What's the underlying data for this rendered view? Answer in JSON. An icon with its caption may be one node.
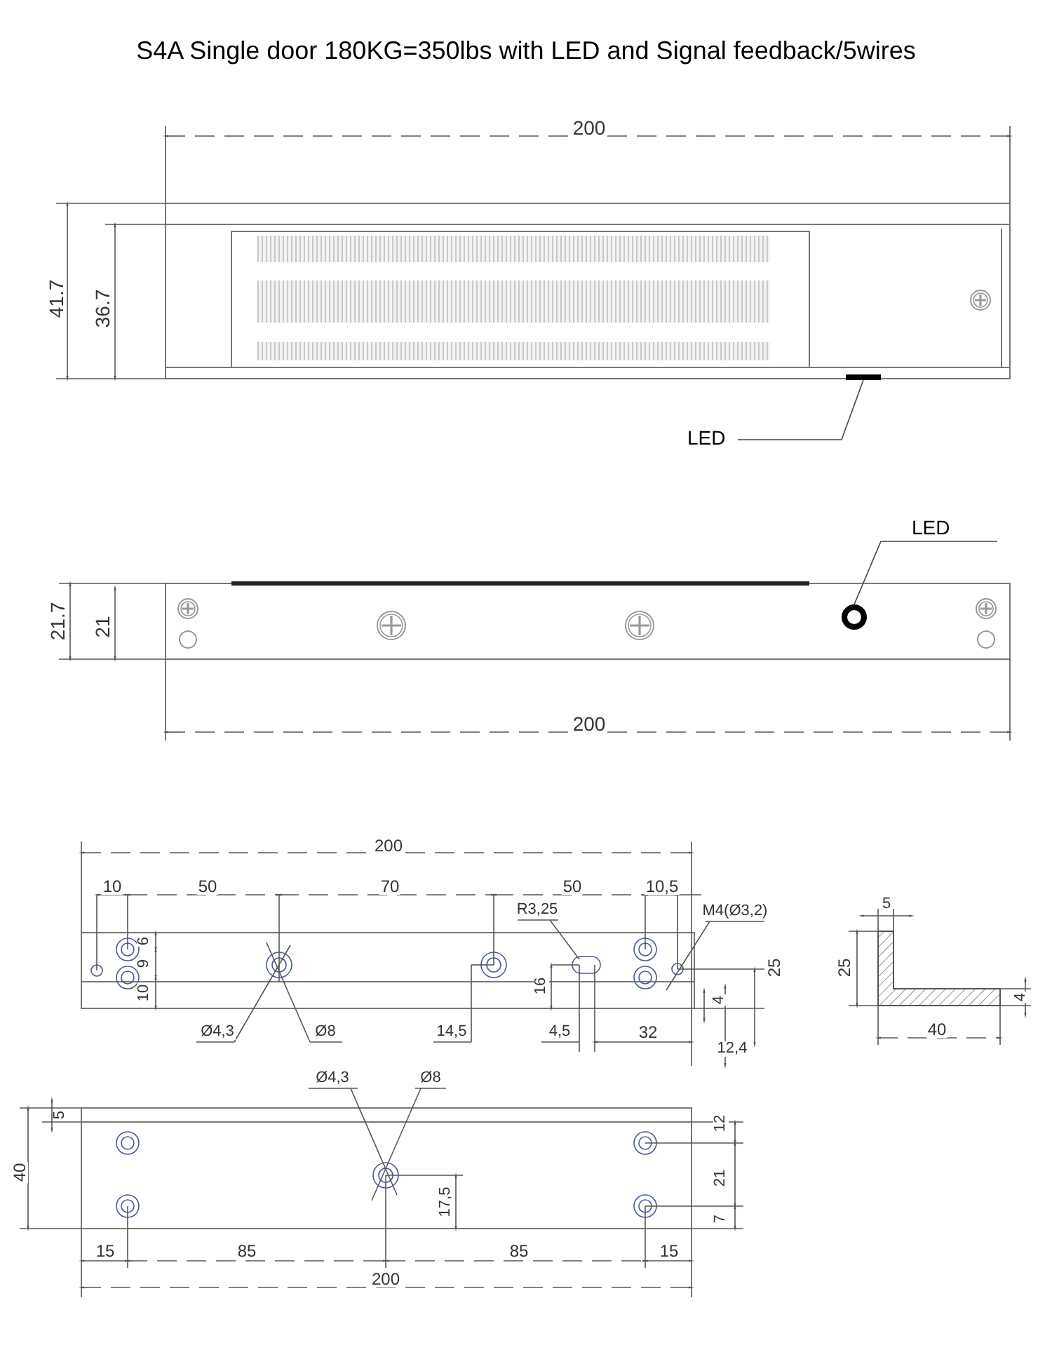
{
  "diagram": {
    "title": "S4A Single door 180KG=350lbs with LED and Signal feedback/5wires",
    "nodes": [
      {
        "text": [
          "LED"
        ]
      },
      {
        "text": [],
        "shape": "bar"
      },
      {
        "text": [
          "LED"
        ]
      },
      {
        "text": [],
        "shape": "circle"
      }
    ],
    "edges": [
      {
        "from": 0,
        "to": 1,
        "arrow": "none"
      },
      {
        "from": 2,
        "to": 3,
        "arrow": "none"
      }
    ],
    "labels": [
      "200",
      "41.7",
      "36.7",
      "21.7",
      "21",
      "200",
      "200",
      "10",
      "50",
      "70",
      "50",
      "10,5",
      "R3,25",
      "M4(Ø3,2)",
      "6",
      "9",
      "10",
      "16",
      "25",
      "4",
      "Ø4,3",
      "Ø8",
      "14,5",
      "4,5",
      "32",
      "12,4",
      "5",
      "25",
      "4",
      "40",
      "Ø4,3",
      "Ø8",
      "5",
      "40",
      "12",
      "21",
      "7",
      "17,5",
      "15",
      "85",
      "85",
      "15",
      "200"
    ]
  }
}
